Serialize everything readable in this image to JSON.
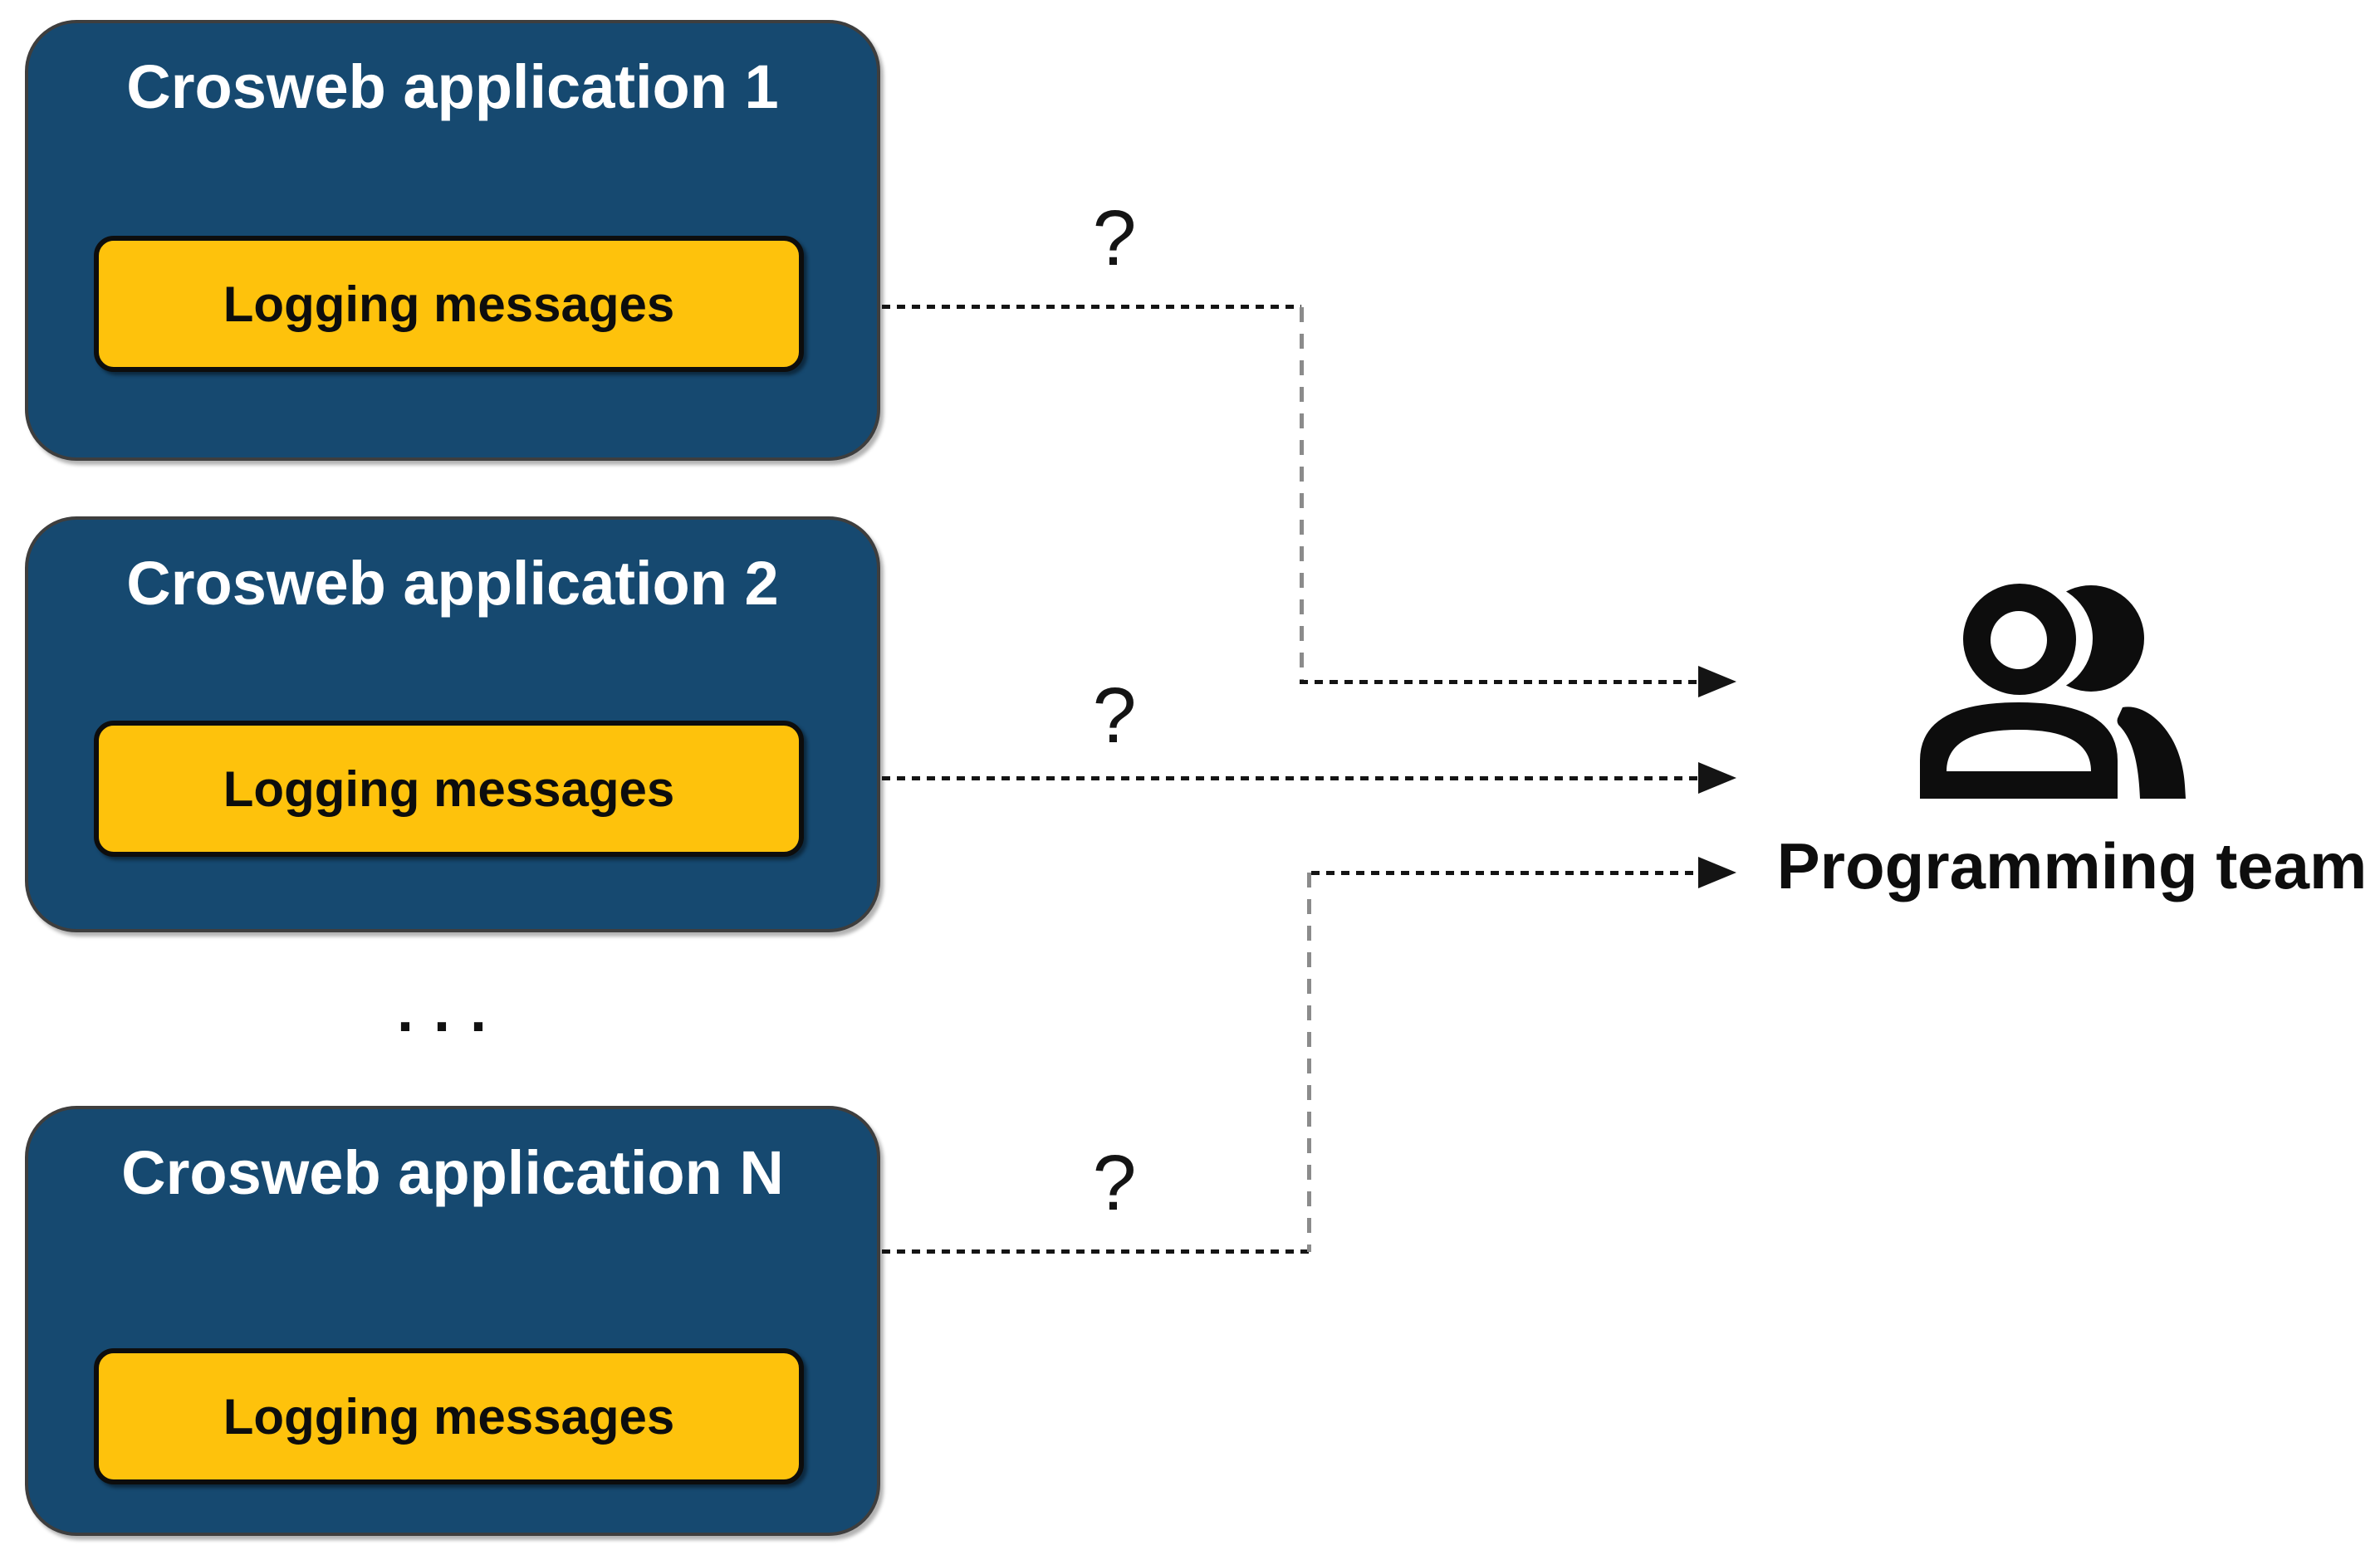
{
  "diagram": {
    "applications": [
      {
        "title": "Crosweb application 1",
        "logging_label": "Logging messages"
      },
      {
        "title": "Crosweb application 2",
        "logging_label": "Logging messages"
      },
      {
        "title": "Crosweb application N",
        "logging_label": "Logging messages"
      }
    ],
    "ellipsis": ". . .",
    "arrows": [
      {
        "label": "?",
        "from": "Crosweb application 1",
        "to": "Programming team"
      },
      {
        "label": "?",
        "from": "Crosweb application 2",
        "to": "Programming team"
      },
      {
        "label": "?",
        "from": "Crosweb application N",
        "to": "Programming team"
      }
    ],
    "target": {
      "label": "Programming team",
      "icon": "team-icon"
    },
    "colors": {
      "app_box_fill": "#164970",
      "app_box_border": "#3e3e3e",
      "logging_fill": "#fec20c",
      "logging_border": "#0d0d0d",
      "title_text": "#ffffff",
      "logging_text": "#0d0d0d",
      "arrow_dash": "#141414",
      "arrow_dash_vertical": "#8b8b8b",
      "icon_and_label": "#0d0d0d",
      "background": "#ffffff"
    }
  }
}
